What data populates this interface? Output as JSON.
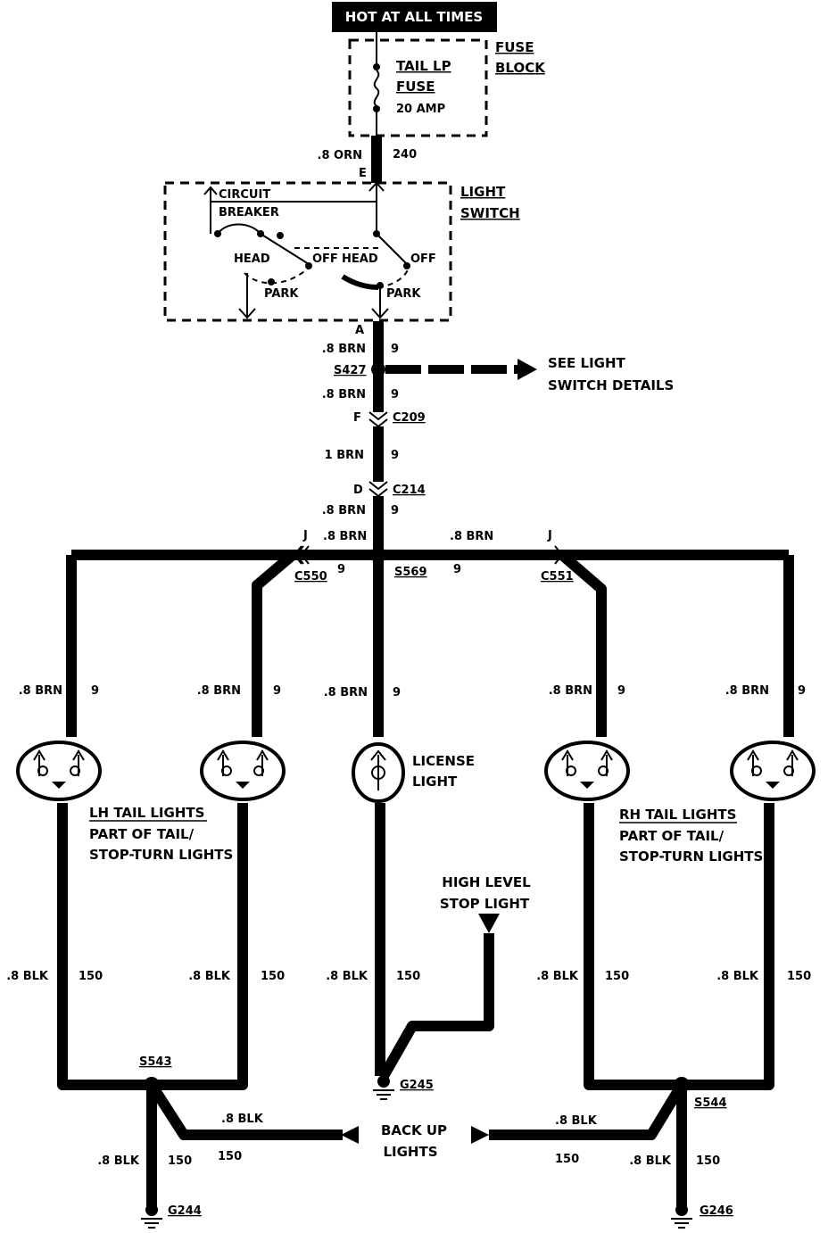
{
  "header": {
    "label": "HOT AT ALL TIMES"
  },
  "fuse_block": {
    "label1": "FUSE",
    "label2": "BLOCK",
    "fuse_name1": "TAIL LP",
    "fuse_name2": "FUSE",
    "rating": "20 AMP"
  },
  "light_switch": {
    "label1": "LIGHT",
    "label2": "SWITCH",
    "breaker1": "CIRCUIT",
    "breaker2": "BREAKER",
    "left_head": "HEAD",
    "left_off": "OFF",
    "left_park": "PARK",
    "right_head": "HEAD",
    "right_off": "OFF",
    "right_park": "PARK",
    "pin_in": "E",
    "pin_out": "A"
  },
  "wires": {
    "orn_gauge": ".8 ORN",
    "orn_circuit": "240",
    "brn_a_gauge": ".8 BRN",
    "brn_a_circuit": "9",
    "brn_b_gauge": ".8 BRN",
    "brn_b_circuit": "9",
    "brn_c_gauge": "1 BRN",
    "brn_c_circuit": "9",
    "brn_d_gauge": ".8 BRN",
    "brn_d_circuit": "9",
    "left_branch_gauge": ".8 BRN",
    "left_branch_circuit": "9",
    "right_branch_gauge": ".8 BRN",
    "right_branch_circuit": "9",
    "lamp_feeds": [
      {
        "gauge": ".8 BRN",
        "circuit": "9"
      },
      {
        "gauge": ".8 BRN",
        "circuit": "9"
      },
      {
        "gauge": ".8 BRN",
        "circuit": "9"
      },
      {
        "gauge": ".8 BRN",
        "circuit": "9"
      },
      {
        "gauge": ".8 BRN",
        "circuit": "9"
      }
    ],
    "grounds": [
      {
        "gauge": ".8 BLK",
        "circuit": "150"
      },
      {
        "gauge": ".8 BLK",
        "circuit": "150"
      },
      {
        "gauge": ".8 BLK",
        "circuit": "150"
      },
      {
        "gauge": ".8 BLK",
        "circuit": "150"
      },
      {
        "gauge": ".8 BLK",
        "circuit": "150"
      }
    ],
    "backup_left_gauge": ".8 BLK",
    "backup_left_circuit": "150",
    "backup_right_gauge": ".8 BLK",
    "backup_right_circuit": "150",
    "g244_gauge": ".8 BLK",
    "g244_circuit": "150",
    "g246_gauge": ".8 BLK",
    "g246_circuit": "150"
  },
  "splices": {
    "s427": "S427",
    "s569": "S569",
    "s543": "S543",
    "s544": "S544"
  },
  "connectors": {
    "c209": "C209",
    "c209_pin": "F",
    "c214": "C214",
    "c214_pin": "D",
    "c550": "C550",
    "c550_pin": "J",
    "c551": "C551",
    "c551_pin": "J"
  },
  "see_details": {
    "line1": "SEE LIGHT",
    "line2": "SWITCH DETAILS"
  },
  "lamps": {
    "license1": "LICENSE",
    "license2": "LIGHT",
    "lh1": "LH TAIL LIGHTS",
    "lh2": "PART OF TAIL/",
    "lh3": "STOP-TURN LIGHTS",
    "rh1": "RH TAIL LIGHTS",
    "rh2": "PART OF TAIL/",
    "rh3": "STOP-TURN LIGHTS"
  },
  "high_level": {
    "line1": "HIGH LEVEL",
    "line2": "STOP LIGHT"
  },
  "backup": {
    "line1": "BACK UP",
    "line2": "LIGHTS"
  },
  "grounds": {
    "g244": "G244",
    "g245": "G245",
    "g246": "G246"
  }
}
